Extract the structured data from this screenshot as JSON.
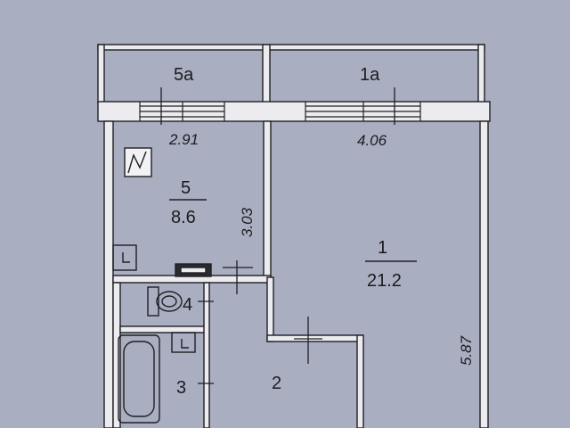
{
  "plan": {
    "balconies": [
      {
        "id": "balcony-5a",
        "label": "5a"
      },
      {
        "id": "balcony-1a",
        "label": "1a"
      }
    ],
    "rooms": [
      {
        "id": "room-1",
        "number": "1",
        "area": "21.2"
      },
      {
        "id": "room-2",
        "number": "2"
      },
      {
        "id": "room-3",
        "number": "3"
      },
      {
        "id": "room-4",
        "number": "4"
      },
      {
        "id": "room-5",
        "number": "5",
        "area": "8.6"
      }
    ],
    "dimensions": {
      "room5_width": "2.91",
      "room1_width": "4.06",
      "room5_depth": "3.03",
      "room1_depth": "5.87"
    }
  },
  "colors": {
    "background": "#a9aec1",
    "wall": "#ececf0",
    "wall_outline": "#1f1f24",
    "ink": "#1b1b1f"
  }
}
